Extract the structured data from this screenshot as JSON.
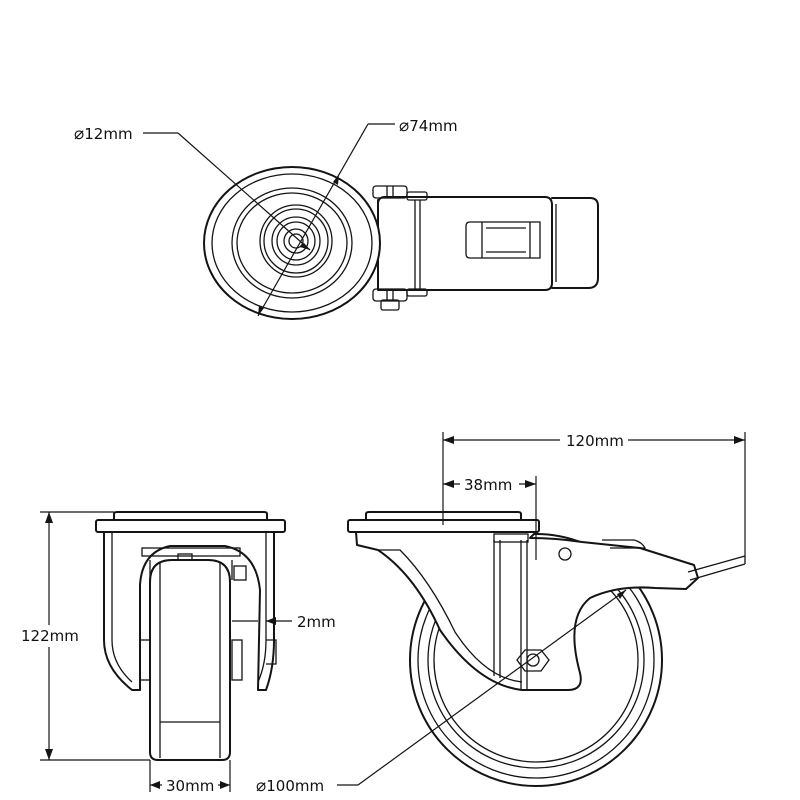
{
  "dimensions": {
    "shaft_diameter": "12mm",
    "wheel_top_diameter": "74mm",
    "overall_length": "120mm",
    "offset": "38mm",
    "overall_height": "122mm",
    "clearance": "2mm",
    "wheel_width": "30mm",
    "wheel_diameter": "100mm"
  },
  "colors": {
    "line": "#141414",
    "background": "#ffffff"
  }
}
